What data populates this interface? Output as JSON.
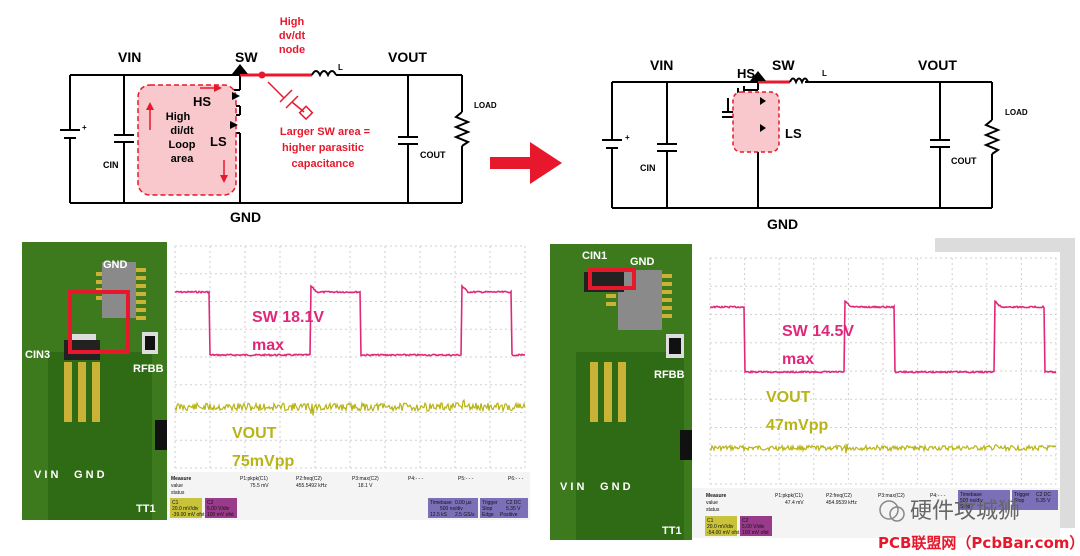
{
  "colors": {
    "accent_red": "#e8182c",
    "loop_fill": "#f8c8cc",
    "pcb_green": "#3d7a1e",
    "sw_trace": "#e0287a",
    "vout_trace": "#b8b418",
    "scope_grid": "#cfcfcf"
  },
  "schem_left": {
    "vin": "VIN",
    "sw": "SW",
    "vout": "VOUT",
    "gnd": "GND",
    "hs": "HS",
    "ls": "LS",
    "cin": "CIN",
    "cout": "COUT",
    "load": "LOAD",
    "inductor": "L",
    "plus": "+",
    "loop_text": [
      "High",
      "di/dt",
      "Loop",
      "area"
    ],
    "node_text": [
      "High",
      "dv/dt",
      "node"
    ],
    "parasitic_text": [
      "Larger SW area =",
      "higher parasitic",
      "capacitance"
    ]
  },
  "schem_right": {
    "vin": "VIN",
    "sw": "SW",
    "vout": "VOUT",
    "gnd": "GND",
    "hs": "HS",
    "ls": "LS",
    "cin": "CIN",
    "cout": "COUT",
    "load": "LOAD",
    "inductor": "L",
    "plus": "+"
  },
  "pcb_left": {
    "gnd_top": "GND",
    "cin": "CIN3",
    "rfb": "RFBB",
    "vin": "V I N",
    "gnd_bottom": "G N D",
    "tt": "TT1"
  },
  "pcb_right": {
    "cin": "CIN1",
    "gnd_top": "GND",
    "rfb": "RFBB",
    "vin": "V I N",
    "gnd_bottom": "G N D",
    "tt": "TT1"
  },
  "scope_left": {
    "sw_label": "SW 18.1V",
    "sw_label2": "max",
    "vout_label": "VOUT",
    "vout_label2": "75mVpp",
    "meas": {
      "head": [
        "Measure",
        "P1:pkpk(C1)",
        "P2:freq(C2)",
        "P3:max(C2)",
        "P4:- - -",
        "P5:- - -",
        "P6:- - -"
      ],
      "value": [
        "value",
        "75.5 mV",
        "455.5492 kHz",
        "18.1 V"
      ],
      "status": "status",
      "ch": [
        "C1",
        "C2"
      ],
      "ch_lines": [
        "20.0 mV/div",
        "-39.00 mV ofst",
        "5.00 V/div",
        "100 mV ofst"
      ],
      "timebase": [
        "Timebase",
        "0.00 µs",
        "500 ns/div",
        "12.5 kS",
        "2.5 GS/s"
      ],
      "trigger": [
        "Trigger",
        "C2 DC",
        "Stop",
        "5.35 V",
        "Edge",
        "Positive"
      ]
    }
  },
  "scope_right": {
    "sw_label": "SW 14.5V",
    "sw_label2": "max",
    "vout_label": "VOUT",
    "vout_label2": "47mVpp",
    "meas": {
      "head": [
        "Measure",
        "P1:pkpk(C1)",
        "P2:freq(C2)",
        "P3:max(C2)",
        "P4:- - -"
      ],
      "value": [
        "value",
        "47.4 mV",
        "454.9539 kHz"
      ],
      "status": "status",
      "ch": [
        "C1",
        "C2"
      ],
      "ch_lines": [
        "20.0 mV/div",
        "-54.00 mV ofst",
        "5.00 V/div",
        "100 mV ofst"
      ],
      "timebase": [
        "Timebase",
        "500 ns/div",
        "Stop"
      ],
      "trigger": [
        "Trigger",
        "C2 DC",
        "Stop",
        "5.35 V"
      ]
    }
  },
  "watermark": {
    "wechat": "硬件攻城狮",
    "site": "PCB联盟网（PcbBar.com）"
  }
}
